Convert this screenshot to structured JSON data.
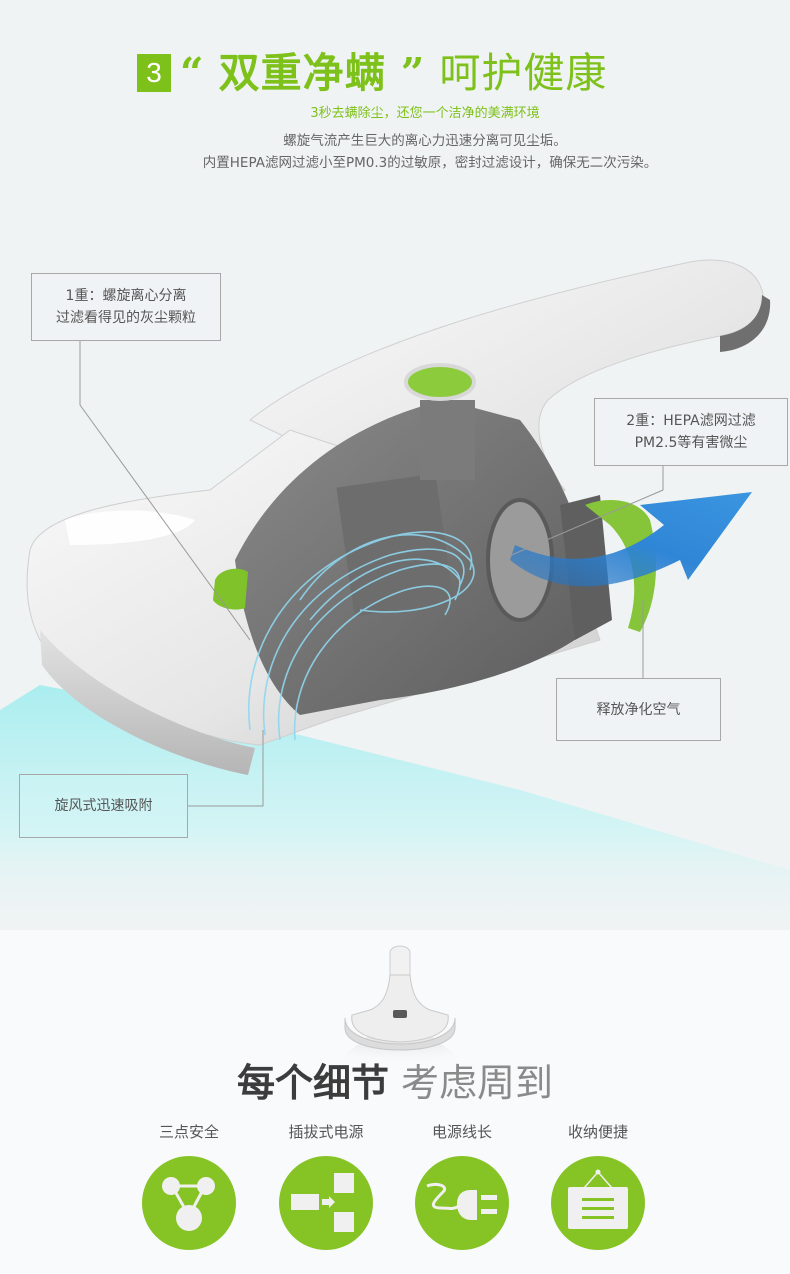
{
  "header": {
    "badge_number": "3",
    "headline_open_quote": "“",
    "headline_strong": "双重净螨",
    "headline_close_quote": "”",
    "headline_rest": "呵护健康",
    "subtitle": "3秒去螨除尘，还您一个洁净的美满环境",
    "description_line1": "螺旋气流产生巨大的离心力迅速分离可见尘垢。",
    "description_line2": "内置HEPA滤网过滤小至PM0.3的过敏原，密封过滤设计，确保无二次污染。"
  },
  "callouts": [
    {
      "id": "stage1",
      "line1": "1重：螺旋离心分离",
      "line2": "过滤看得见的灰尘颗粒"
    },
    {
      "id": "stage2",
      "line1": "2重：HEPA滤网过滤",
      "line2": "PM2.5等有害微尘"
    },
    {
      "id": "release",
      "line1": "释放净化空气"
    },
    {
      "id": "intake",
      "line1": "旋风式迅速吸附"
    }
  ],
  "details": {
    "title_dark": "每个细节",
    "title_light": "考虑周到",
    "features": [
      {
        "label": "三点安全",
        "icon": "three-point-safety-icon"
      },
      {
        "label": "插拔式电源",
        "icon": "plug-in-power-icon"
      },
      {
        "label": "电源线长",
        "icon": "long-power-cord-icon"
      },
      {
        "label": "收纳便捷",
        "icon": "easy-storage-icon"
      }
    ]
  },
  "colors": {
    "accent_green": "#7ec11a",
    "icon_green": "#86c324",
    "airflow_blue": "#2f86d6",
    "beam_cyan": "#a8eef0",
    "callout_border": "#a8a8a8"
  }
}
